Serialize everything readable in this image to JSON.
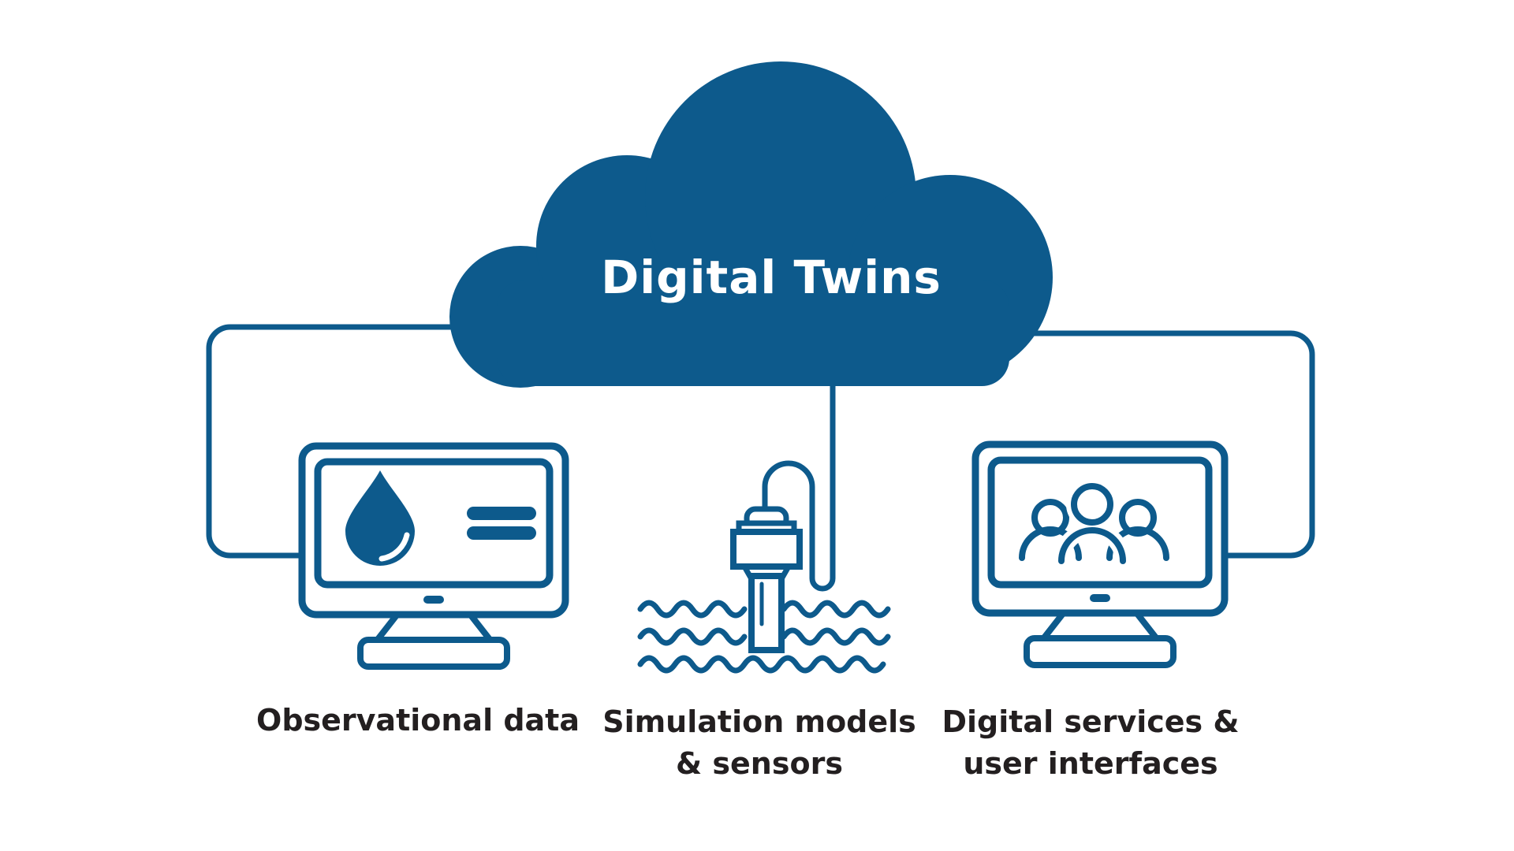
{
  "diagram": {
    "title": "Digital Twins",
    "nodes": [
      {
        "id": "observational-data",
        "icon": "monitor-water-drop-icon",
        "label_lines": [
          "Observational data"
        ]
      },
      {
        "id": "simulation-models-sensors",
        "icon": "water-sensor-icon",
        "label_lines": [
          "Simulation models",
          "& sensors"
        ]
      },
      {
        "id": "digital-services-user-interfaces",
        "icon": "monitor-users-icon",
        "label_lines": [
          "Digital services &",
          "user interfaces"
        ]
      }
    ],
    "colors": {
      "primary": "#0d5a8c",
      "text": "#231f20",
      "background": "#ffffff"
    }
  }
}
